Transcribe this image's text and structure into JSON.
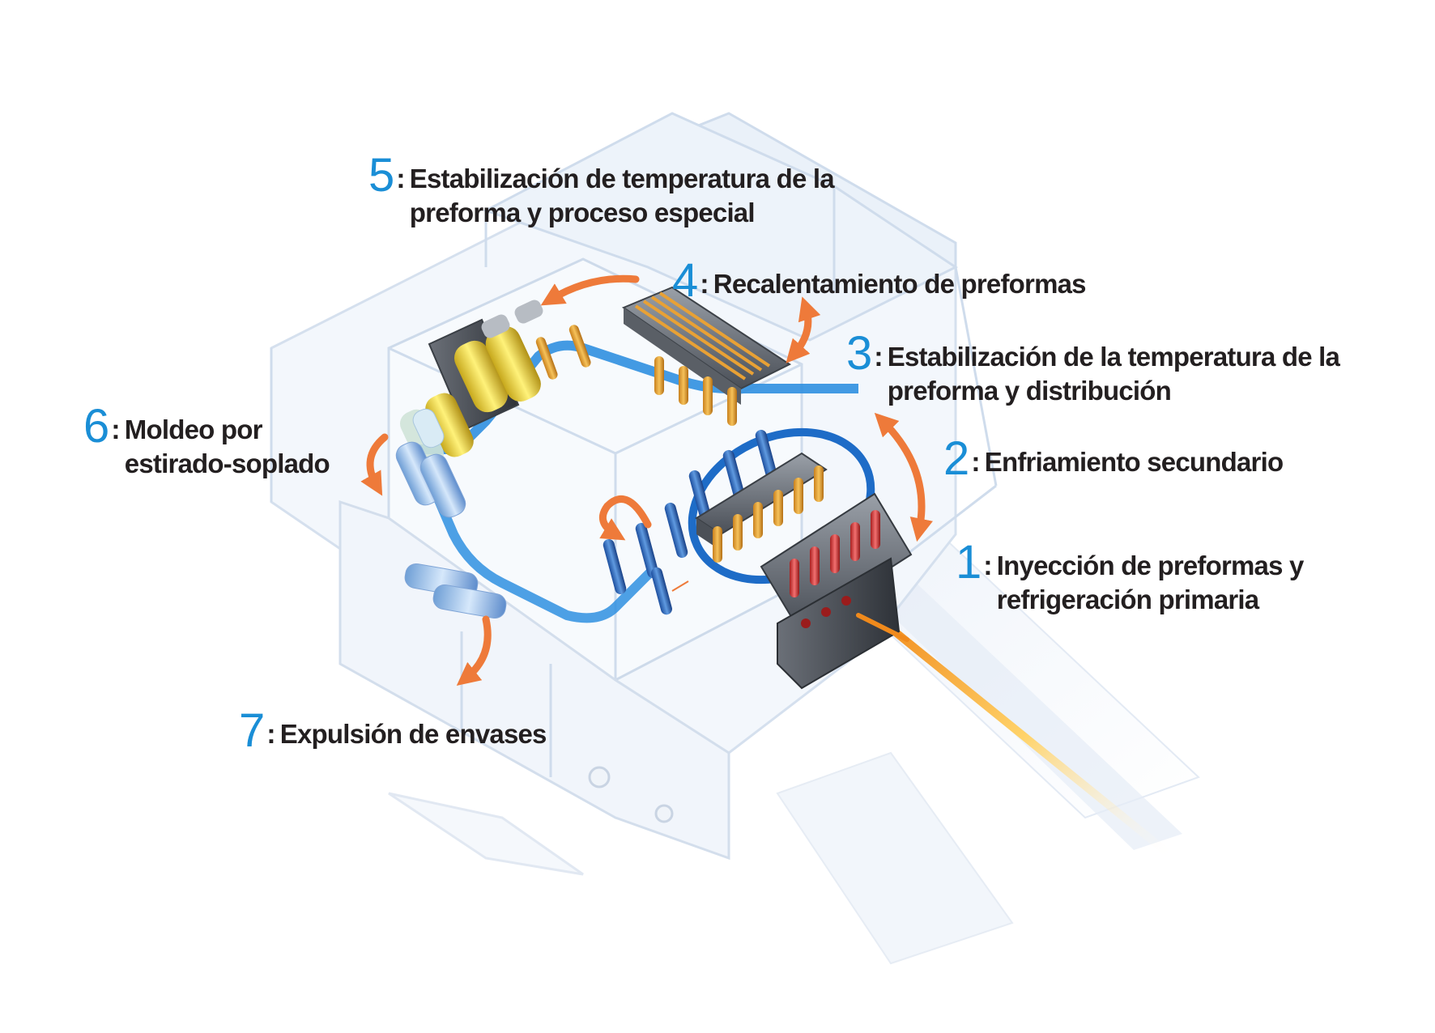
{
  "colors": {
    "step_number": "#1a8ed6",
    "label_text": "#231f20",
    "flow_path": "#2f8fe0",
    "motion_arrow": "#ee7a3a",
    "frame": "#cfdcec"
  },
  "steps": [
    {
      "number": "1",
      "lines": [
        "Inyección de preformas y",
        "refrigeración primaria"
      ]
    },
    {
      "number": "2",
      "lines": [
        "Enfriamiento secundario"
      ]
    },
    {
      "number": "3",
      "lines": [
        "Estabilización de la temperatura de la",
        "preforma y distribución"
      ]
    },
    {
      "number": "4",
      "lines": [
        "Recalentamiento de preformas"
      ]
    },
    {
      "number": "5",
      "lines": [
        "Estabilización de temperatura de la",
        "preforma y proceso especial"
      ]
    },
    {
      "number": "6",
      "lines": [
        "Moldeo por",
        "estirado-soplado"
      ]
    },
    {
      "number": "7",
      "lines": [
        "Expulsión de envases"
      ]
    }
  ]
}
